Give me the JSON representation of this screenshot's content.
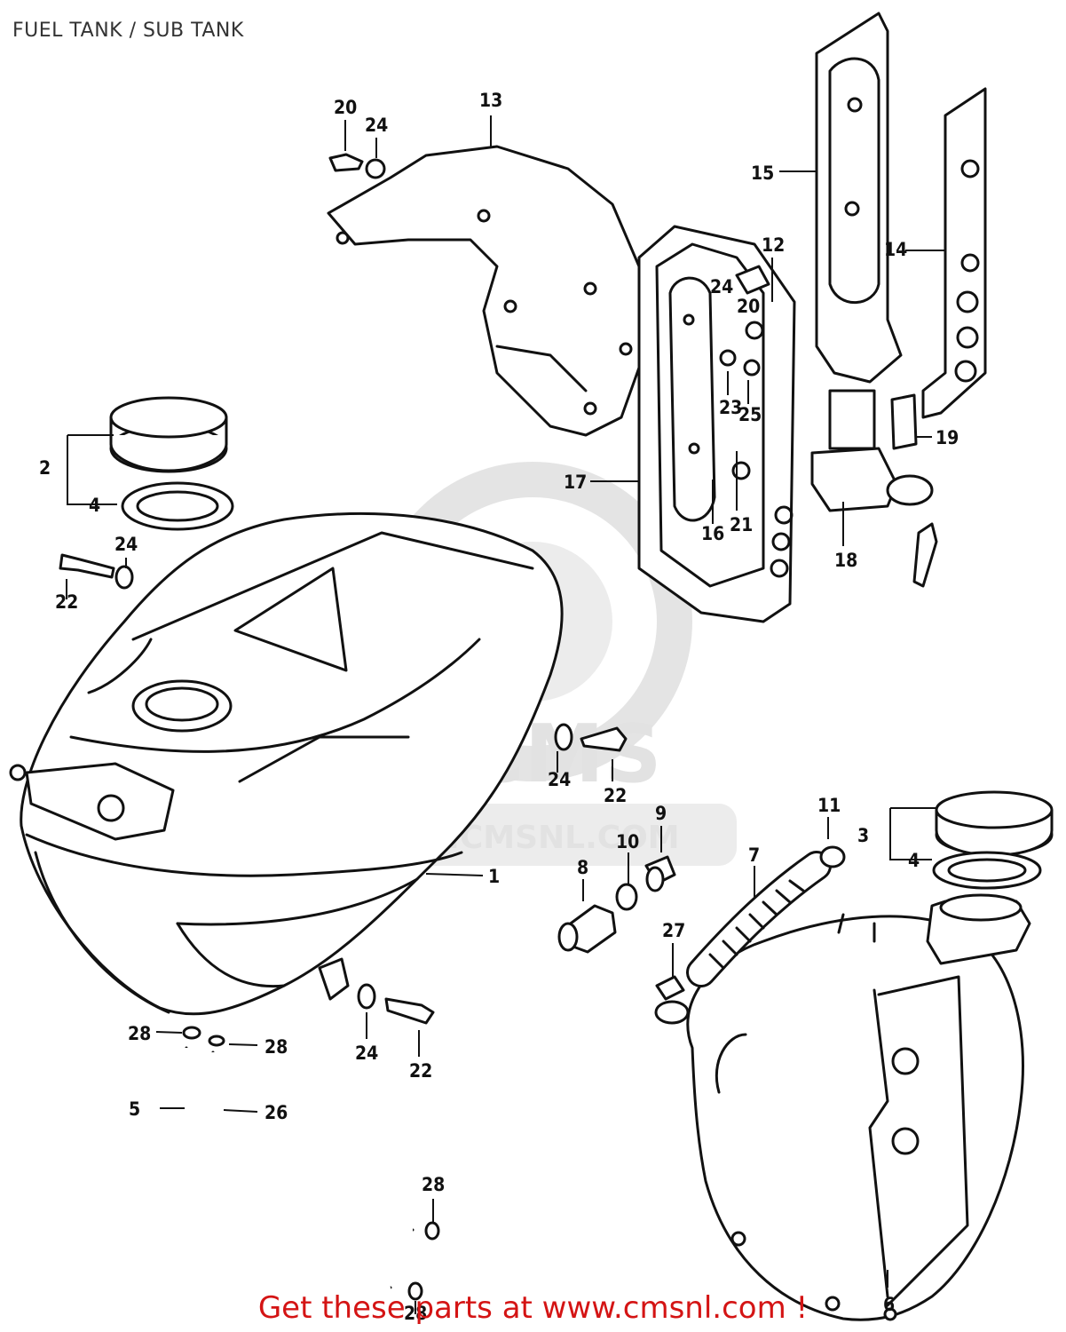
{
  "title": "FUEL TANK / SUB TANK",
  "footer": "Get these parts at www.cmsnl.com !",
  "watermark": {
    "text": "WWW.CMSNL.COM",
    "logo": "CMS",
    "color": "#e2e2e2"
  },
  "colors": {
    "ink": "#111111",
    "footer_red": "#d41414"
  },
  "callouts": [
    {
      "id": "c1",
      "label": "1"
    },
    {
      "id": "c2",
      "label": "2"
    },
    {
      "id": "c3",
      "label": "3"
    },
    {
      "id": "c4a",
      "label": "4"
    },
    {
      "id": "c4b",
      "label": "4"
    },
    {
      "id": "c5",
      "label": "5"
    },
    {
      "id": "c6",
      "label": "6"
    },
    {
      "id": "c7",
      "label": "7"
    },
    {
      "id": "c8",
      "label": "8"
    },
    {
      "id": "c9",
      "label": "9"
    },
    {
      "id": "c10",
      "label": "10"
    },
    {
      "id": "c11",
      "label": "11"
    },
    {
      "id": "c12",
      "label": "12"
    },
    {
      "id": "c13",
      "label": "13"
    },
    {
      "id": "c14",
      "label": "14"
    },
    {
      "id": "c15",
      "label": "15"
    },
    {
      "id": "c16",
      "label": "16"
    },
    {
      "id": "c17",
      "label": "17"
    },
    {
      "id": "c18",
      "label": "18"
    },
    {
      "id": "c19",
      "label": "19"
    },
    {
      "id": "c20a",
      "label": "20"
    },
    {
      "id": "c20b",
      "label": "20"
    },
    {
      "id": "c21",
      "label": "21"
    },
    {
      "id": "c22a",
      "label": "22"
    },
    {
      "id": "c22b",
      "label": "22"
    },
    {
      "id": "c22c",
      "label": "22"
    },
    {
      "id": "c23",
      "label": "23"
    },
    {
      "id": "c24a",
      "label": "24"
    },
    {
      "id": "c24b",
      "label": "24"
    },
    {
      "id": "c24c",
      "label": "24"
    },
    {
      "id": "c24d",
      "label": "24"
    },
    {
      "id": "c24e",
      "label": "24"
    },
    {
      "id": "c25",
      "label": "25"
    },
    {
      "id": "c26",
      "label": "26"
    },
    {
      "id": "c27",
      "label": "27"
    },
    {
      "id": "c28a",
      "label": "28"
    },
    {
      "id": "c28b",
      "label": "28"
    },
    {
      "id": "c28c",
      "label": "28"
    },
    {
      "id": "c28d",
      "label": "28"
    }
  ]
}
